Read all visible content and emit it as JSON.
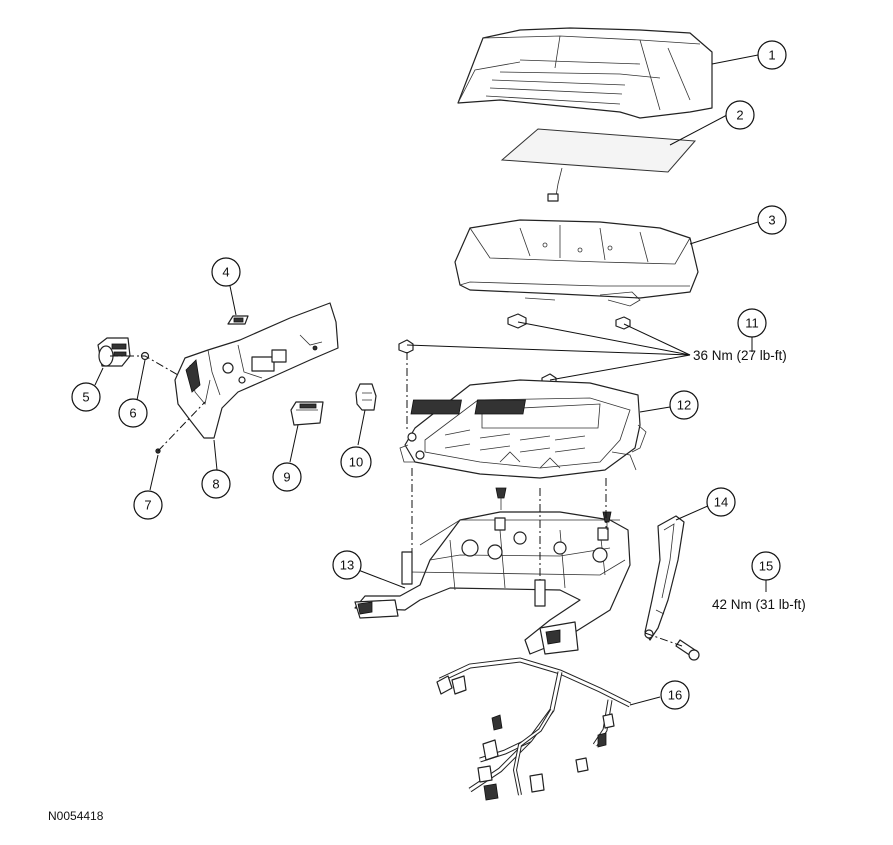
{
  "diagram": {
    "callouts": [
      {
        "id": "1",
        "label": "1"
      },
      {
        "id": "2",
        "label": "2"
      },
      {
        "id": "3",
        "label": "3"
      },
      {
        "id": "4",
        "label": "4"
      },
      {
        "id": "5",
        "label": "5"
      },
      {
        "id": "6",
        "label": "6"
      },
      {
        "id": "7",
        "label": "7"
      },
      {
        "id": "8",
        "label": "8"
      },
      {
        "id": "9",
        "label": "9"
      },
      {
        "id": "10",
        "label": "10"
      },
      {
        "id": "11",
        "label": "11"
      },
      {
        "id": "12",
        "label": "12"
      },
      {
        "id": "13",
        "label": "13"
      },
      {
        "id": "14",
        "label": "14"
      },
      {
        "id": "15",
        "label": "15"
      },
      {
        "id": "16",
        "label": "16"
      }
    ],
    "torque_11": "36 Nm (27 lb-ft)",
    "torque_15": "42 Nm (31 lb-ft)",
    "figure_code": "N0054418"
  }
}
